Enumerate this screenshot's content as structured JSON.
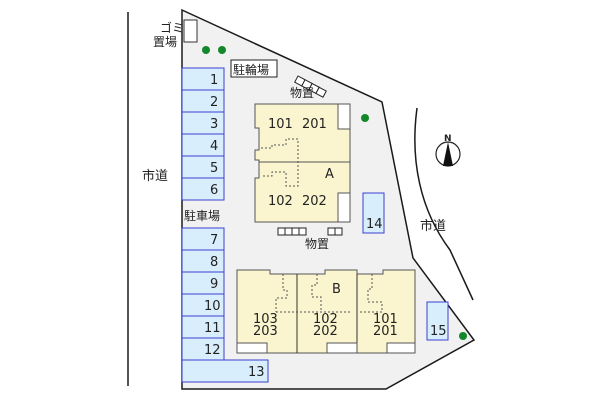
{
  "colors": {
    "lot": "#f1f1f1",
    "building": "#fbf5cf",
    "parking": "#d9eefc",
    "parking_border": "#3a3fd0",
    "tree": "#12882a",
    "line": "#1a1a1a"
  },
  "labels": {
    "garbage": [
      "ゴミ",
      "置場"
    ],
    "bicycle_parking": "駐輪場",
    "storage_top": "物置",
    "storage_mid": "物置",
    "parking": "駐車場",
    "road_left": "市道",
    "road_right": "市道",
    "north": "N"
  },
  "building_a": {
    "name": "A",
    "units_top": [
      "101",
      "201"
    ],
    "units_bottom": [
      "102",
      "202"
    ]
  },
  "building_b": {
    "name": "B",
    "units": [
      {
        "lower": "103",
        "upper": "203"
      },
      {
        "lower": "102",
        "upper": "202"
      },
      {
        "lower": "101",
        "upper": "201"
      }
    ]
  },
  "parking_spaces": [
    "1",
    "2",
    "3",
    "4",
    "5",
    "6",
    "7",
    "8",
    "9",
    "10",
    "11",
    "12",
    "13",
    "14",
    "15"
  ]
}
